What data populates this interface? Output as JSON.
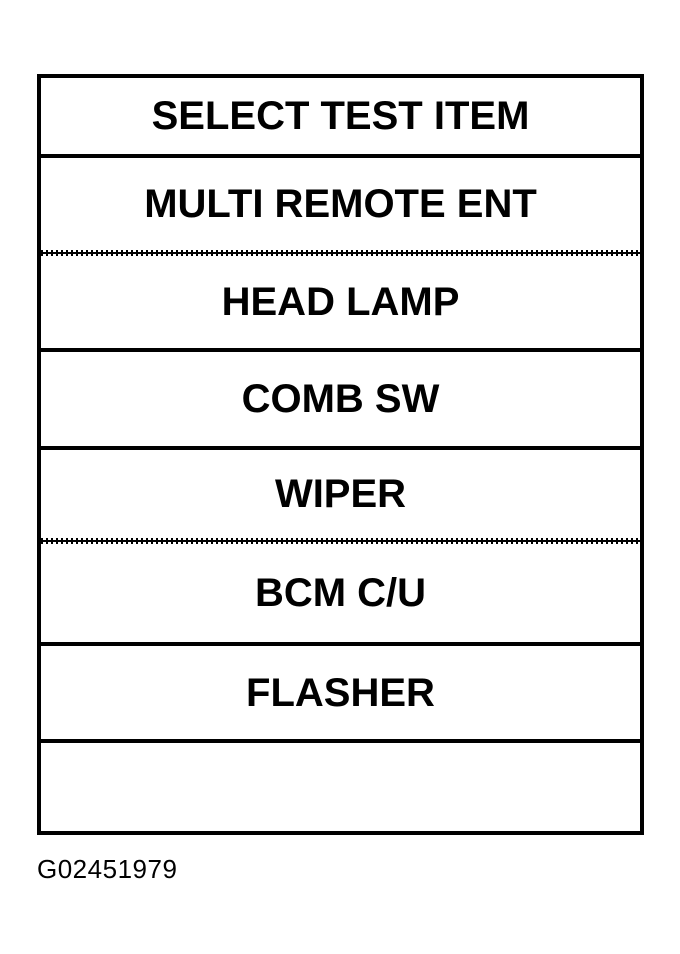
{
  "menu": {
    "header": "SELECT TEST ITEM",
    "items": [
      {
        "label": "MULTI REMOTE ENT",
        "divider_after": "dotted"
      },
      {
        "label": "HEAD LAMP",
        "divider_after": "solid"
      },
      {
        "label": "COMB SW",
        "divider_after": "solid"
      },
      {
        "label": "WIPER",
        "divider_after": "dotted"
      },
      {
        "label": "BCM C/U",
        "divider_after": "solid"
      },
      {
        "label": "FLASHER",
        "divider_after": "solid"
      },
      {
        "label": "",
        "divider_after": "none"
      }
    ]
  },
  "figure": {
    "caption": "G02451979"
  },
  "colors": {
    "ink": "#000000",
    "background": "#ffffff"
  }
}
